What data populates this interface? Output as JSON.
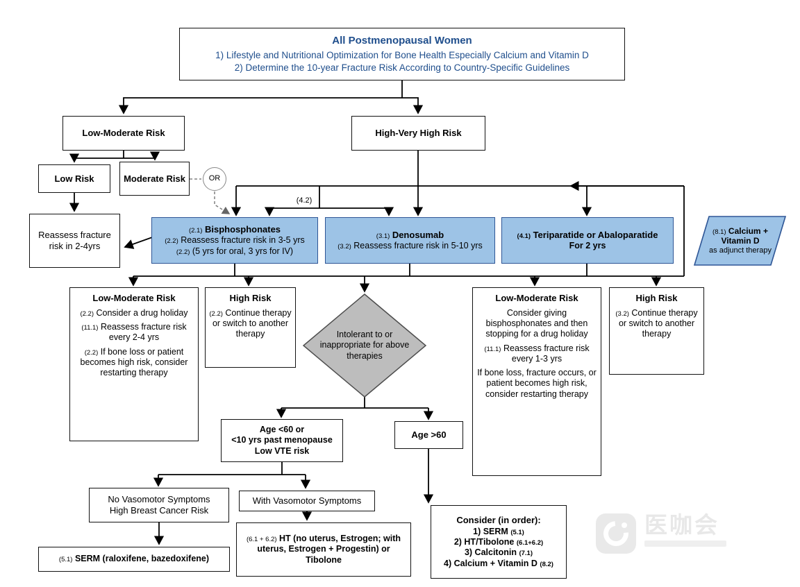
{
  "colors": {
    "blue_fill": "#9DC3E6",
    "blue_border": "#2E5595",
    "blue_text": "#1F4E8C",
    "diamond_fill": "#BDBDBD"
  },
  "title_box": {
    "title": "All Postmenopausal Women",
    "line1": "1) Lifestyle and Nutritional Optimization for Bone Health Especially Calcium and Vitamin D",
    "line2": "2) Determine the 10-year Fracture Risk According to Country-Specific Guidelines"
  },
  "nodes": {
    "low_moderate_risk": {
      "label": "Low-Moderate Risk"
    },
    "high_very_high_risk": {
      "label": "High-Very High Risk"
    },
    "low_risk": {
      "label": "Low Risk"
    },
    "moderate_risk": {
      "label": "Moderate Risk"
    },
    "or_connector": {
      "label": "OR"
    },
    "reassess_2_4": {
      "label": "Reassess fracture risk in 2-4yrs"
    },
    "bisphosphonates": {
      "ref": "(2.1)",
      "name": "Bisphosphonates",
      "line2_ref": "(2.2)",
      "line2": "Reassess fracture risk in 3-5 yrs",
      "line3_ref": "(2.2)",
      "line3": "(5 yrs for oral, 3 yrs for IV)"
    },
    "denosumab": {
      "ref": "(3.1)",
      "name": "Denosumab",
      "line2_ref": "(3.2)",
      "line2": "Reassess fracture risk in 5-10 yrs"
    },
    "teriparatide": {
      "ref": "(4.1)",
      "name": "Teriparatide or Abaloparatide",
      "line2": "For 2 yrs"
    },
    "sequential_label": "(4.2)",
    "calcium_adjunct": {
      "ref": "(8.1)",
      "name": "Calcium + Vitamin D",
      "sub": "as adjunct therapy"
    },
    "bisphos_low_moderate": {
      "header": "Low-Moderate Risk",
      "items": [
        {
          "ref": "(2.2)",
          "text": "Consider a drug holiday"
        },
        {
          "ref": "(11.1)",
          "text": "Reassess fracture risk every 2-4 yrs"
        },
        {
          "ref": "(2.2)",
          "text": "If bone loss or patient becomes high risk, consider restarting therapy"
        }
      ]
    },
    "bisphos_high": {
      "header": "High Risk",
      "items": [
        {
          "ref": "(2.2)",
          "text": "Continue therapy or switch to another therapy"
        }
      ]
    },
    "intolerance_diamond": {
      "text": "Intolerant to or inappropriate for above therapies"
    },
    "terip_low_moderate": {
      "header": "Low-Moderate Risk",
      "items": [
        {
          "ref": "",
          "text": "Consider giving bisphosphonates and then stopping for a drug holiday"
        },
        {
          "ref": "(11.1)",
          "text": "Reassess fracture risk every 1-3 yrs"
        },
        {
          "ref": "",
          "text": "If bone loss, fracture occurs, or patient becomes high risk, consider restarting therapy"
        }
      ]
    },
    "terip_high": {
      "header": "High Risk",
      "items": [
        {
          "ref": "(3.2)",
          "text": "Continue therapy or switch to another therapy"
        }
      ]
    },
    "age_under_60": {
      "line1": "Age <60 or",
      "line2": "<10 yrs past menopause",
      "line3": "Low VTE risk"
    },
    "age_over_60": {
      "label": "Age >60"
    },
    "no_vasomotor": {
      "line1": "No Vasomotor Symptoms",
      "line2": "High Breast Cancer Risk"
    },
    "with_vasomotor": {
      "label": "With Vasomotor Symptoms"
    },
    "serm": {
      "ref": "(5.1)",
      "text": "SERM (raloxifene, bazedoxifene)"
    },
    "ht": {
      "ref": "(6.1 + 6.2)",
      "text": "HT (no uterus, Estrogen; with uterus, Estrogen + Progestin) or Tibolone"
    },
    "consider_in_order": {
      "header": "Consider (in order):",
      "items": [
        {
          "text": "1) SERM",
          "ref": "(5.1)"
        },
        {
          "text": "2) HT/Tibolone",
          "ref": "(6.1+6.2)"
        },
        {
          "text": "3) Calcitonin",
          "ref": "(7.1)"
        },
        {
          "text": "4) Calcium + Vitamin D",
          "ref": "(8.2)"
        }
      ]
    }
  },
  "watermark": {
    "text": "医咖会"
  }
}
